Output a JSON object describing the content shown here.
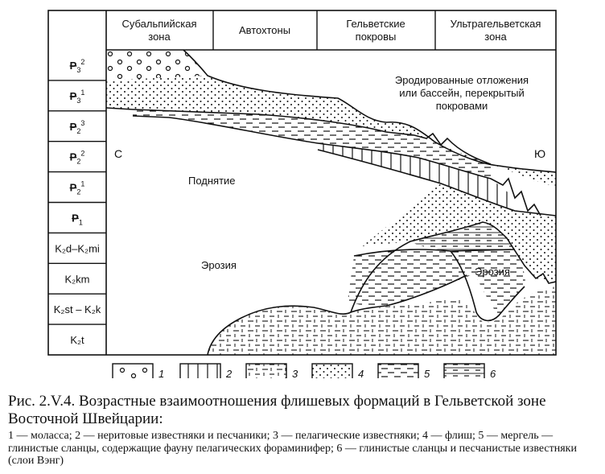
{
  "zones": [
    "Субальпийская зона",
    "Автохтоны",
    "Гельветские покровы",
    "Ультрагельветская зона"
  ],
  "stratigraphy": [
    {
      "sym": "P",
      "sub": "3",
      "sup": "2"
    },
    {
      "sym": "P",
      "sub": "3",
      "sup": "1"
    },
    {
      "sym": "P",
      "sub": "2",
      "sup": "3"
    },
    {
      "sym": "P",
      "sub": "2",
      "sup": "2"
    },
    {
      "sym": "P",
      "sub": "2",
      "sup": "1"
    },
    {
      "sym": "P",
      "sub": "1",
      "sup": ""
    },
    {
      "text": "K₂d–K₂mi"
    },
    {
      "text": "K₂km"
    },
    {
      "text": "K₂st – K₂k"
    },
    {
      "text": "K₂t"
    }
  ],
  "labels": {
    "north": "С",
    "south": "Ю",
    "uplift": "Поднятие",
    "erosion_left": "Эрозия",
    "erosion_right": "Эрозия",
    "eroded_line1": "Эродированные отложения",
    "eroded_line2": "или бассейн, перекрытый",
    "eroded_line3": "покровами"
  },
  "legend": [
    "1",
    "2",
    "3",
    "4",
    "5",
    "6"
  ],
  "caption": {
    "title": "Рис. 2.V.4. Возрастные взаимоотношения флишевых формаций в Гельветской зоне Восточной Швейцарии:",
    "notes": "1 — моласса; 2 — неритовые известняки и песчаники; 3 — пелагические известняки; 4 — флиш; 5 — мергель — глинистые сланцы, содержащие фауну пелагических фораминифер; 6 — глинистые сланцы и песчанистые известняки (слои Вэнг)"
  }
}
